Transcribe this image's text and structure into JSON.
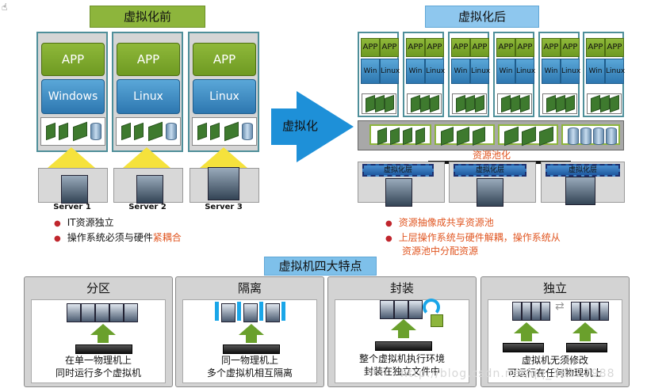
{
  "before": {
    "title": "虚拟化前",
    "columns": [
      {
        "app": "APP",
        "os": "Windows",
        "server": "Server 1"
      },
      {
        "app": "APP",
        "os": "Linux",
        "server": "Server 2"
      },
      {
        "app": "APP",
        "os": "Linux",
        "server": "Server 3"
      }
    ],
    "bullets": [
      {
        "text": "IT资源独立",
        "highlight": ""
      },
      {
        "text": "操作系统必须与硬件",
        "highlight": "紧耦合"
      }
    ]
  },
  "arrow_label": "虚拟化",
  "after": {
    "title": "虚拟化后",
    "vm_app": "APP",
    "vm_os": [
      "Win",
      "Linux"
    ],
    "pool_label": "资源池化",
    "layer_label": "虚拟化层",
    "bullets": [
      {
        "text": "资源抽像成共享资源池"
      },
      {
        "text": "上层操作系统与硬件解耦，操作系统从",
        "text2": "资源池中分配资源"
      }
    ]
  },
  "features": {
    "title": "虚拟机四大特点",
    "panels": [
      {
        "title": "分区",
        "line1": "在单一物理机上",
        "line2": "同时运行多个虚拟机"
      },
      {
        "title": "隔离",
        "line1": "同一物理机上",
        "line2": "多个虚拟机相互隔离"
      },
      {
        "title": "封装",
        "line1": "整个虚拟机执行环境",
        "line2": "封装在独立文件中"
      },
      {
        "title": "独立",
        "line1": "虚拟机无须修改",
        "line2": "可运行在任何物理机上"
      }
    ]
  },
  "watermark": "http://blog.csdn.net/qq_38127988",
  "colors": {
    "app_green": "#8fb83a",
    "os_blue": "#2d77b0",
    "accent_red": "#e05520",
    "arrow_blue": "#1e90d8"
  }
}
